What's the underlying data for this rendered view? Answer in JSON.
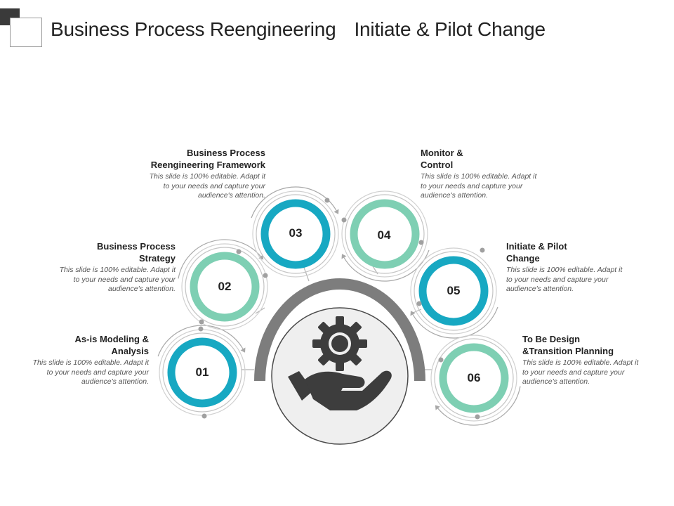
{
  "header": {
    "title_part1": "Business Process Reengineering",
    "title_part2": "Initiate & Pilot Change"
  },
  "colors": {
    "teal": "#17a8c2",
    "mint": "#7ecfb3",
    "gray_arc": "#7d7d7d",
    "center_fill": "#efefef",
    "icon": "#3d3d3d"
  },
  "center_icon": "hand-holding-gear-icon",
  "steps": [
    {
      "number": "01",
      "title_line1": "As-is  Modeling &",
      "title_line2": "Analysis",
      "body_line1": "This slide is 100% editable. Adapt it",
      "body_line2": "to your needs and capture your",
      "body_line3": "audience's attention.",
      "ring": "teal"
    },
    {
      "number": "02",
      "title_line1": "Business Process",
      "title_line2": "Strategy",
      "body_line1": "This slide is 100% editable. Adapt it",
      "body_line2": "to your needs and capture your",
      "body_line3": "audience's attention.",
      "ring": "mint"
    },
    {
      "number": "03",
      "title_line1": "Business Process",
      "title_line2": "Reengineering Framework",
      "body_line1": "This slide is 100% editable. Adapt it",
      "body_line2": "to your needs and capture your",
      "body_line3": "audience's attention.",
      "ring": "teal"
    },
    {
      "number": "04",
      "title_line1": "Monitor &",
      "title_line2": "Control",
      "body_line1": "This slide is 100% editable. Adapt it",
      "body_line2": "to your needs and capture your",
      "body_line3": "audience's attention.",
      "ring": "mint"
    },
    {
      "number": "05",
      "title_line1": "Initiate & Pilot",
      "title_line2": "Change",
      "body_line1": "This slide is 100% editable. Adapt it",
      "body_line2": "to your needs and capture your",
      "body_line3": "audience's attention.",
      "ring": "teal"
    },
    {
      "number": "06",
      "title_line1": "To Be Design",
      "title_line2": "&Transition Planning",
      "body_line1": "This slide is 100% editable. Adapt it",
      "body_line2": "to your needs and capture your",
      "body_line3": "audience's attention.",
      "ring": "mint"
    }
  ]
}
